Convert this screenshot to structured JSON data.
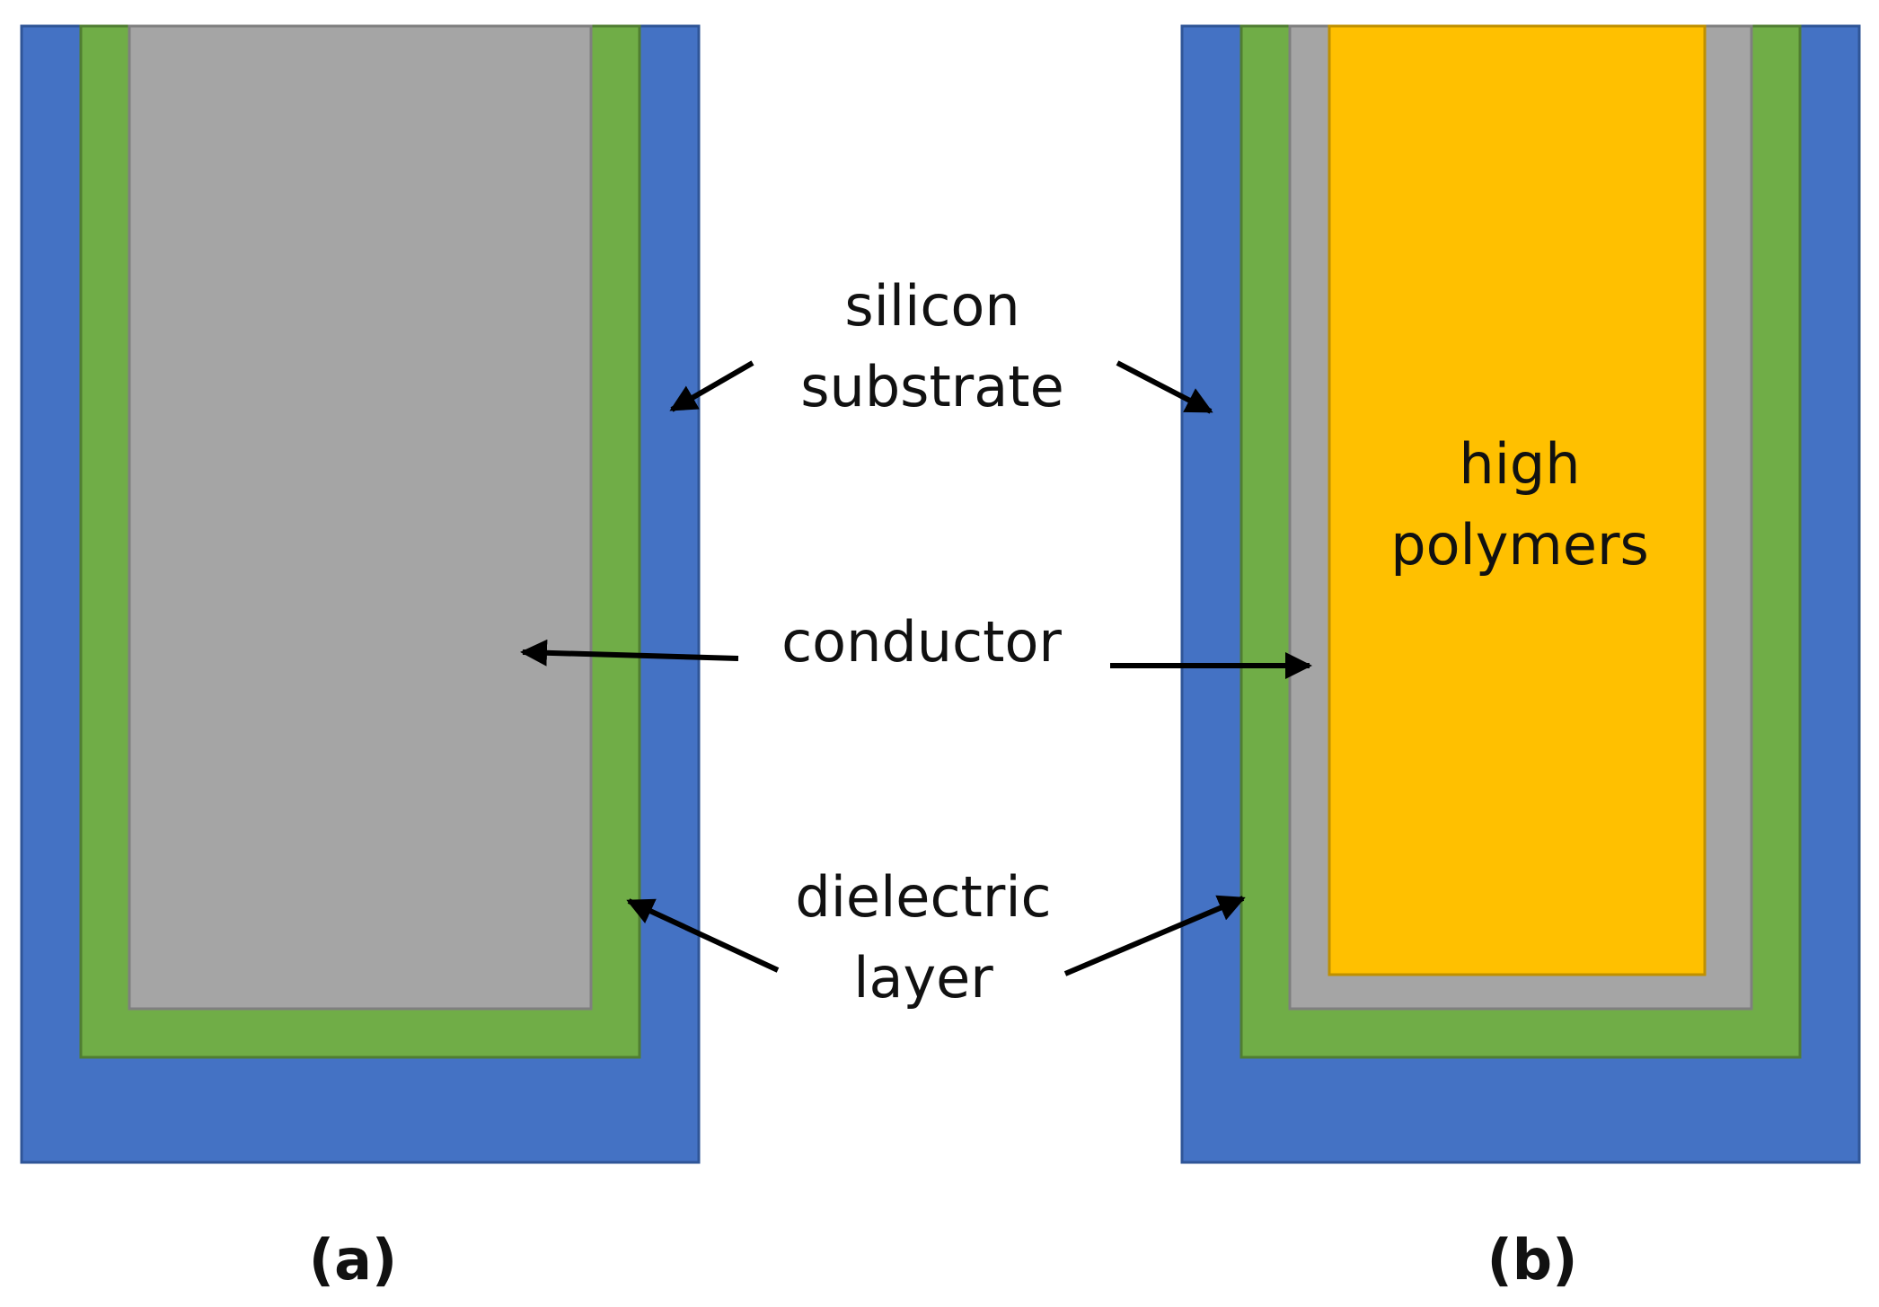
{
  "colors": {
    "silicon_substrate": "#4472C4",
    "dielectric_layer": "#70AD47",
    "conductor": "#A5A5A5",
    "high_polymers": "#FFC000",
    "arrow": "#000000"
  },
  "labels": {
    "silicon_substrate": [
      "silicon",
      "substrate"
    ],
    "conductor": "conductor",
    "dielectric_layer": [
      "dielectric",
      "layer"
    ],
    "high_polymers": [
      "high",
      "polymers"
    ]
  },
  "panels": {
    "a": {
      "caption": "(a)"
    },
    "b": {
      "caption": "(b)"
    }
  }
}
